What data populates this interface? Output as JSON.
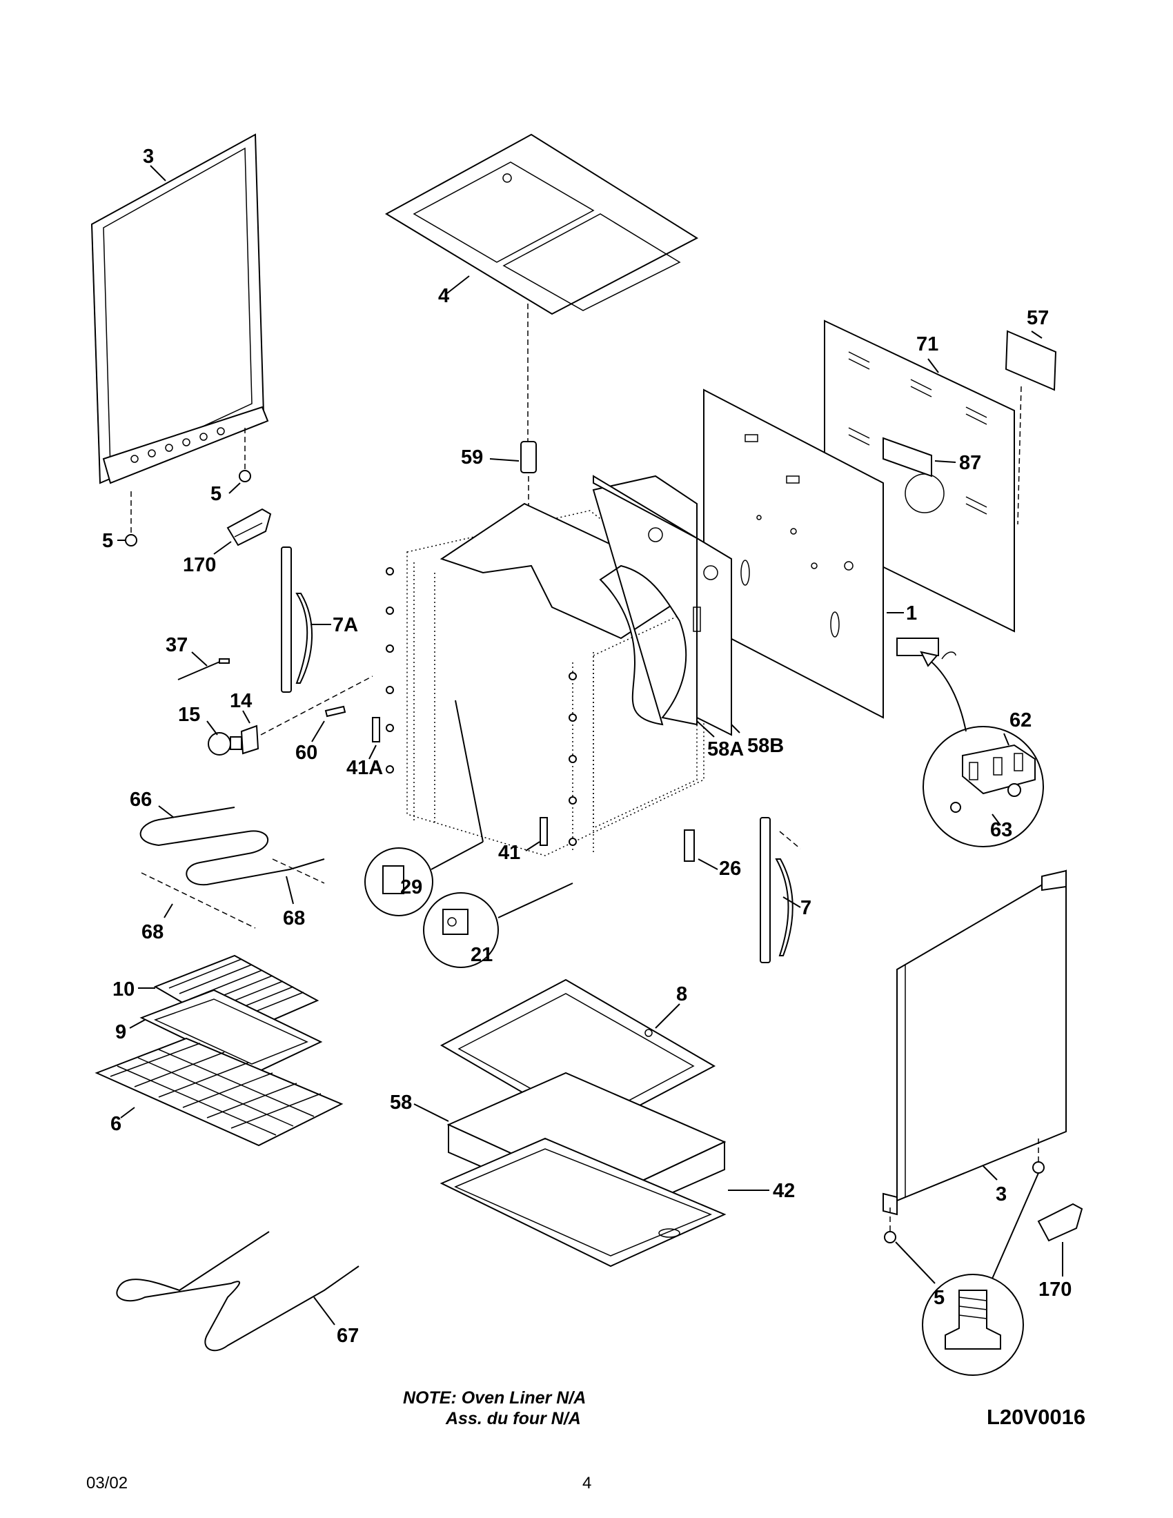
{
  "diagram_code": "L20V0016",
  "note": {
    "line1": "NOTE: Oven Liner N/A",
    "line2": "Ass. du four N/A"
  },
  "footer": {
    "date": "03/02",
    "page": "4"
  },
  "callouts": [
    {
      "id": "3-left",
      "text": "3"
    },
    {
      "id": "4",
      "text": "4"
    },
    {
      "id": "57",
      "text": "57"
    },
    {
      "id": "71",
      "text": "71"
    },
    {
      "id": "87",
      "text": "87"
    },
    {
      "id": "59",
      "text": "59"
    },
    {
      "id": "5-a",
      "text": "5"
    },
    {
      "id": "5-b",
      "text": "5"
    },
    {
      "id": "170-top",
      "text": "170"
    },
    {
      "id": "7A",
      "text": "7A"
    },
    {
      "id": "1",
      "text": "1"
    },
    {
      "id": "37",
      "text": "37"
    },
    {
      "id": "14",
      "text": "14"
    },
    {
      "id": "15",
      "text": "15"
    },
    {
      "id": "60",
      "text": "60"
    },
    {
      "id": "41A",
      "text": "41A"
    },
    {
      "id": "58A",
      "text": "58A"
    },
    {
      "id": "58B",
      "text": "58B"
    },
    {
      "id": "62",
      "text": "62"
    },
    {
      "id": "63",
      "text": "63"
    },
    {
      "id": "66",
      "text": "66"
    },
    {
      "id": "29",
      "text": "29"
    },
    {
      "id": "41",
      "text": "41"
    },
    {
      "id": "26",
      "text": "26"
    },
    {
      "id": "7",
      "text": "7"
    },
    {
      "id": "68-left",
      "text": "68"
    },
    {
      "id": "68-right",
      "text": "68"
    },
    {
      "id": "21",
      "text": "21"
    },
    {
      "id": "10",
      "text": "10"
    },
    {
      "id": "9",
      "text": "9"
    },
    {
      "id": "8",
      "text": "8"
    },
    {
      "id": "6",
      "text": "6"
    },
    {
      "id": "58",
      "text": "58"
    },
    {
      "id": "42",
      "text": "42"
    },
    {
      "id": "3-right",
      "text": "3"
    },
    {
      "id": "170-bottom",
      "text": "170"
    },
    {
      "id": "67",
      "text": "67"
    },
    {
      "id": "5-detail",
      "text": "5"
    }
  ]
}
